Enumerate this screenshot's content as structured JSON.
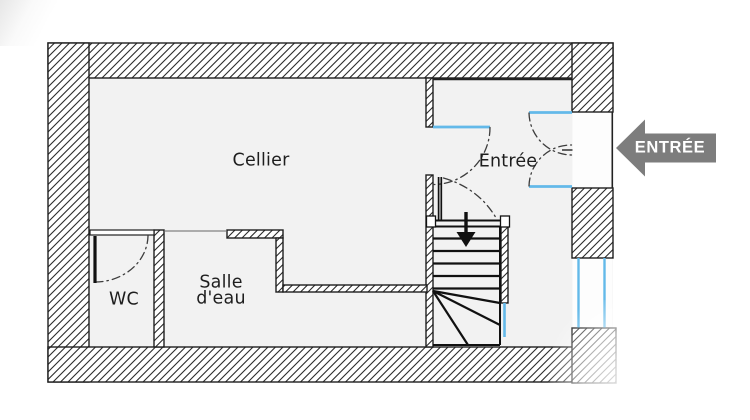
{
  "plan": {
    "rooms": [
      {
        "id": "cellier",
        "label": "Cellier"
      },
      {
        "id": "entree",
        "label": "Entrée"
      },
      {
        "id": "wc",
        "label": "WC"
      },
      {
        "id": "salle_deau",
        "label": "Salle\nd'eau"
      }
    ],
    "entry_arrow": {
      "label": "ENTRÉE"
    },
    "colors": {
      "floor": "#f2f2f2",
      "wall_line": "#1f1f1f",
      "door_window_blue": "#63b9e9",
      "arrow_gray": "#7d7d7d",
      "arrow_text": "#ffffff"
    }
  }
}
